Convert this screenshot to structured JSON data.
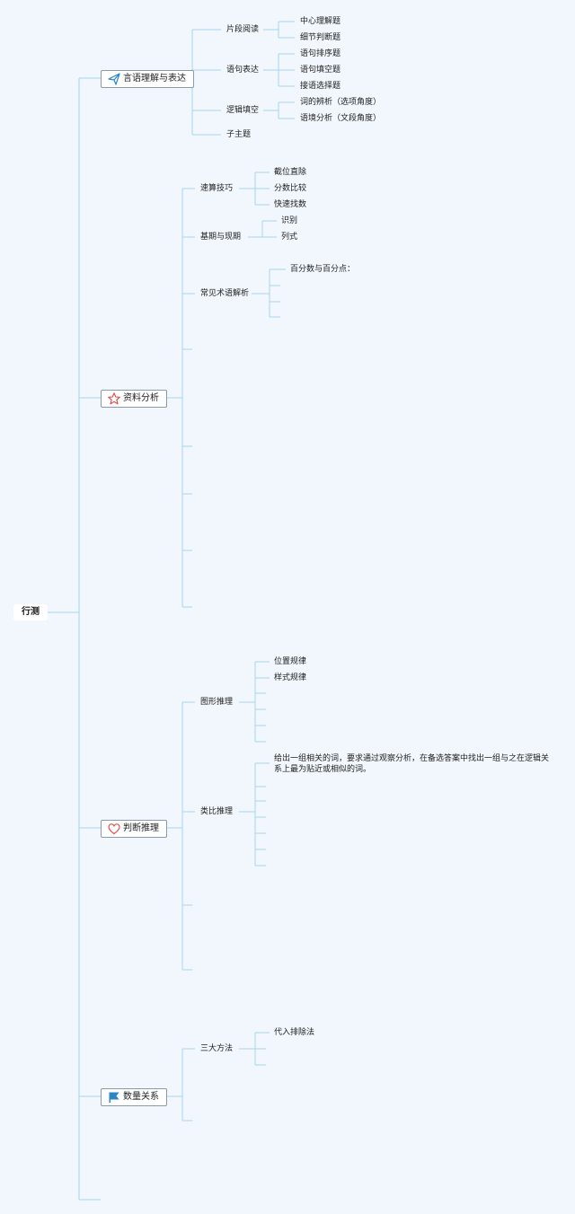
{
  "root": "行测",
  "branches": {
    "verbal": {
      "label": "言语理解与表达",
      "pianduan": {
        "label": "片段阅读",
        "children": [
          "中心理解题",
          "细节判断题"
        ]
      },
      "yuju": {
        "label": "语句表达",
        "children": [
          "语句排序题",
          "语句填空题",
          "接语选择题"
        ]
      },
      "luoji": {
        "label": "逻辑填空",
        "children": [
          "词的辨析（选项角度）",
          "语境分析（文段角度）"
        ]
      },
      "zizhuti": "子主题"
    },
    "data": {
      "label": "资料分析",
      "susuan": {
        "label": "速算技巧",
        "children": [
          "截位直除",
          "分数比较",
          "快速找数"
        ]
      },
      "jiqi": {
        "label": "基期与现期",
        "children": [
          "识别",
          "列式"
        ]
      },
      "shuyu": {
        "label": "常见术语解析",
        "children": [
          "百分数与百分点："
        ]
      }
    },
    "judgment": {
      "label": "判断推理",
      "tuxing": {
        "label": "图形推理",
        "children": [
          "位置规律",
          "样式规律"
        ]
      },
      "leibi": {
        "label": "类比推理",
        "desc": "给出一组相关的词，要求通过观察分析，在备选答案中找出一组与之在逻辑关系上最为贴近或相似的词。"
      }
    },
    "quant": {
      "label": "数量关系",
      "sanda": {
        "label": "三大方法",
        "children": [
          "代入排除法"
        ]
      }
    }
  },
  "colors": {
    "line": "#a6d6ef",
    "star": "#e2463f",
    "heart": "#e2463f",
    "flag": "#2b86c8",
    "plane": "#2b86c8"
  }
}
